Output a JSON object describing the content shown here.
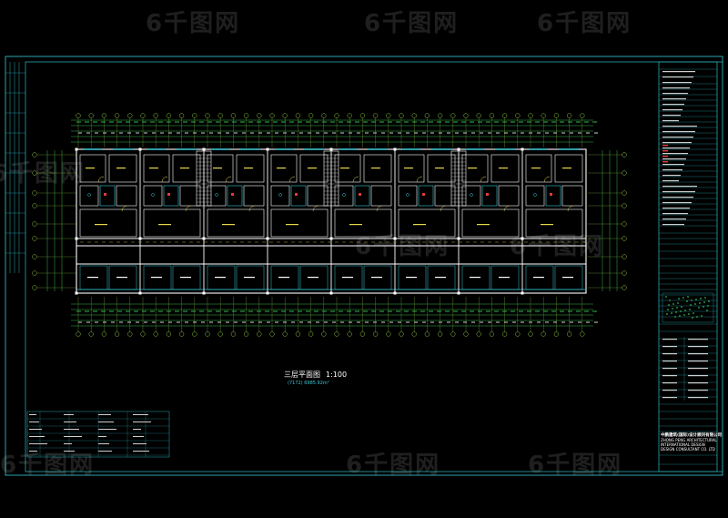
{
  "drawing": {
    "title": "三层平面图",
    "scale": "1:100",
    "area_note": "(7172)    6985.92m²"
  },
  "watermark": {
    "text": "6千图网"
  },
  "title_block": {
    "company_cn": "中鹏建筑(国际)设计顾问有限公司",
    "company_en_1": "ZHONG PENG ARCHITECTURAL",
    "company_en_2": "INTERNATIONAL DESIGN",
    "company_en_3": "DESIGN CONSULTANT CO. LTD"
  },
  "colors": {
    "frame": "#2aa6b0",
    "wall": "#ffffff",
    "dim": "#36b34a",
    "grid": "#8dc63f",
    "room": "#e8d84a",
    "accent": "#39c7d6",
    "red": "#e03a3a"
  }
}
